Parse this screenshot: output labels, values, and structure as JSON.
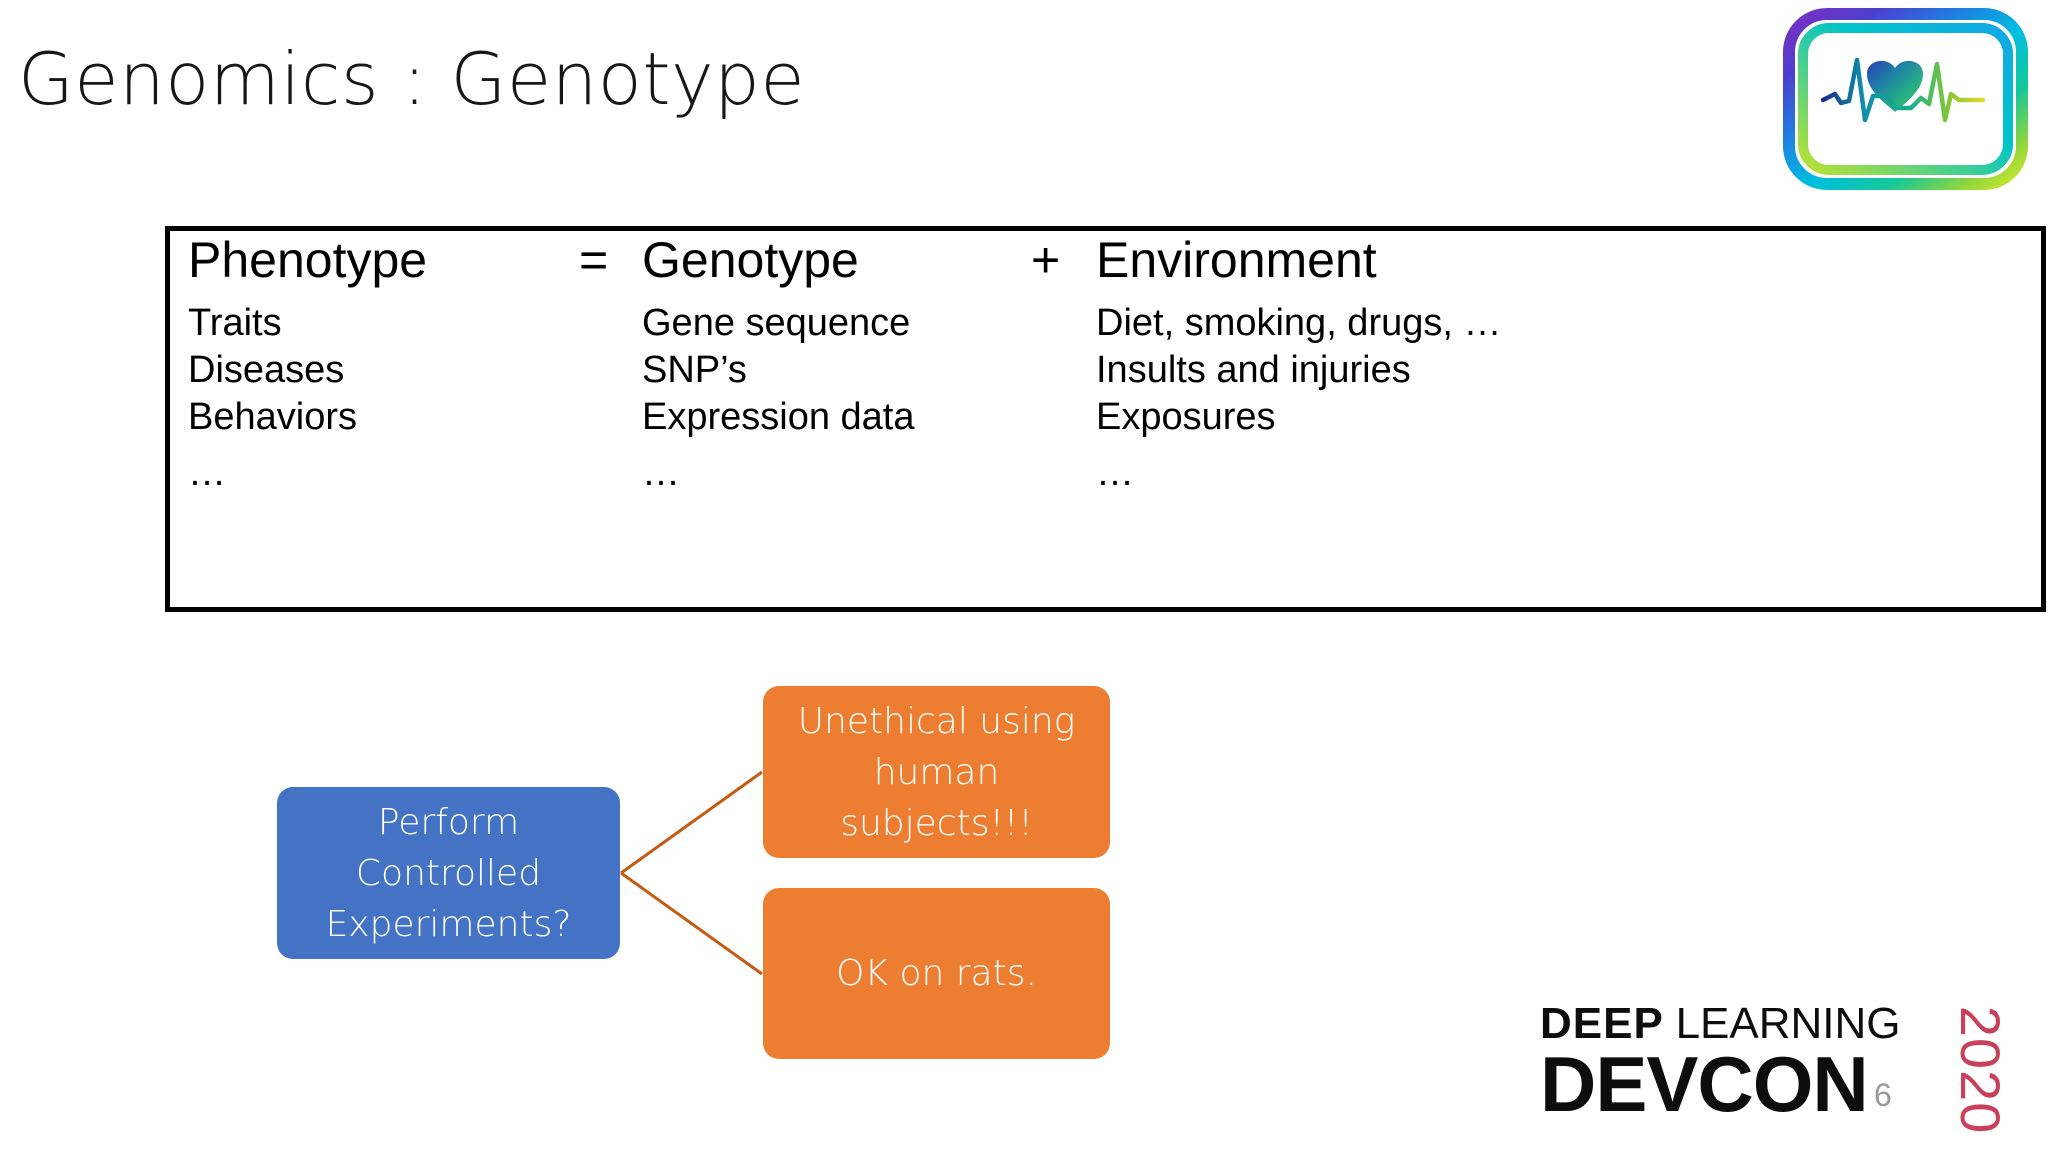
{
  "slide": {
    "title": "Genomics : Genotype",
    "number": "6",
    "background_color": "#FFFFFF"
  },
  "health_logo": {
    "name": "heart-ecg-logo",
    "frame_gradient": [
      "#7B2FBE",
      "#1E63D8",
      "#00B7E0",
      "#12C39A",
      "#A8D93A",
      "#C9E33A"
    ],
    "heart_gradient": [
      "#2B4FB0",
      "#2EA38C",
      "#3FBF63"
    ]
  },
  "equation": {
    "operators": {
      "equals": "=",
      "plus": "+"
    },
    "columns": [
      {
        "header": "Phenotype",
        "items": [
          "Traits",
          "Diseases",
          "Behaviors",
          "…"
        ]
      },
      {
        "header": "Genotype",
        "items": [
          "Gene sequence",
          "SNP’s",
          "Expression data",
          "…"
        ]
      },
      {
        "header": "Environment",
        "items": [
          "Diet, smoking, drugs, …",
          "Insults and injuries",
          "Exposures",
          "…"
        ]
      }
    ],
    "border_color": "#000000"
  },
  "flow": {
    "question_node": {
      "label": "Perform Controlled Experiments?",
      "color": "#4472C4",
      "text_color": "#FFFFFF"
    },
    "answer_nodes": [
      {
        "label": "Unethical using human subjects!!!",
        "color": "#ED7D31",
        "text_color": "#FFFFFF"
      },
      {
        "label": "OK on rats.",
        "color": "#ED7D31",
        "text_color": "#FFFFFF"
      }
    ],
    "connector_color": "#C55A11"
  },
  "devcon_logo": {
    "line1_part1": "DEEP",
    "line1_part2": "LEARNING",
    "line2": "DEVCON",
    "year": "2020",
    "text_color": "#0D0D0D",
    "year_color": "#C8405A"
  }
}
